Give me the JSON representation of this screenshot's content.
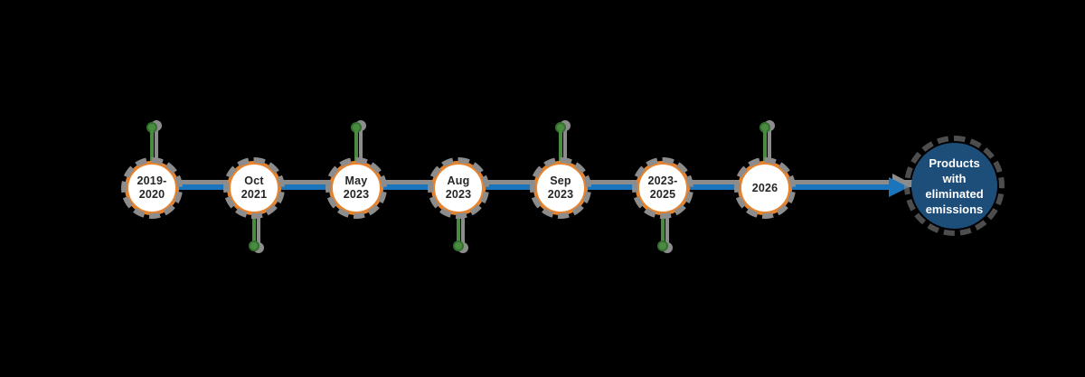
{
  "diagram": {
    "type": "timeline",
    "direction": "left-to-right",
    "milestones": [
      {
        "text": "2019-2020",
        "line1": "2019-",
        "line2": "2020",
        "marker_position": "above"
      },
      {
        "text": "Oct 2021",
        "line1": "Oct",
        "line2": "2021",
        "marker_position": "below"
      },
      {
        "text": "May 2023",
        "line1": "May",
        "line2": "2023",
        "marker_position": "above"
      },
      {
        "text": "Aug 2023",
        "line1": "Aug",
        "line2": "2023",
        "marker_position": "below"
      },
      {
        "text": "Sep 2023",
        "line1": "Sep",
        "line2": "2023",
        "marker_position": "above"
      },
      {
        "text": "2023-2025",
        "line1": "2023-",
        "line2": "2025",
        "marker_position": "below"
      },
      {
        "text": "2026",
        "line1": "2026",
        "line2": "",
        "marker_position": "above"
      }
    ],
    "endpoint": {
      "label": "Products with eliminated emissions"
    },
    "colors": {
      "background": "#000000",
      "node_border": "#E8832D",
      "node_fill": "#FFFFFF",
      "node_text": "#262626",
      "connector_line": "#1B75BC",
      "marker_green": "#4A8C3F",
      "shadow_gray": "#8C8C8C",
      "endpoint_fill": "#1D4E79",
      "endpoint_text": "#FFFFFF"
    }
  }
}
